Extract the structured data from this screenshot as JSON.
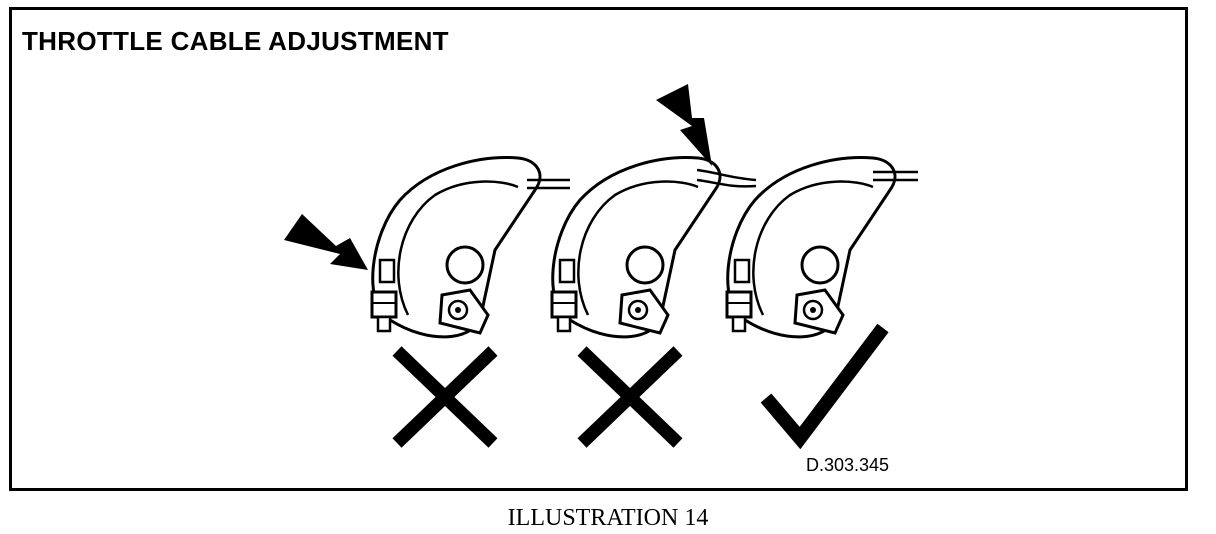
{
  "figure": {
    "title": "THROTTLE CABLE ADJUSTMENT",
    "reference_code": "D.303.345",
    "caption": "ILLUSTRATION 14"
  },
  "panels": [
    {
      "result": "incorrect",
      "marker_icon": "cross-icon",
      "arrow": "points to linkage stop"
    },
    {
      "result": "incorrect",
      "marker_icon": "cross-icon",
      "arrow": "points to cable"
    },
    {
      "result": "correct",
      "marker_icon": "check-icon"
    }
  ],
  "colors": {
    "ink": "#000000",
    "paper": "#ffffff"
  }
}
